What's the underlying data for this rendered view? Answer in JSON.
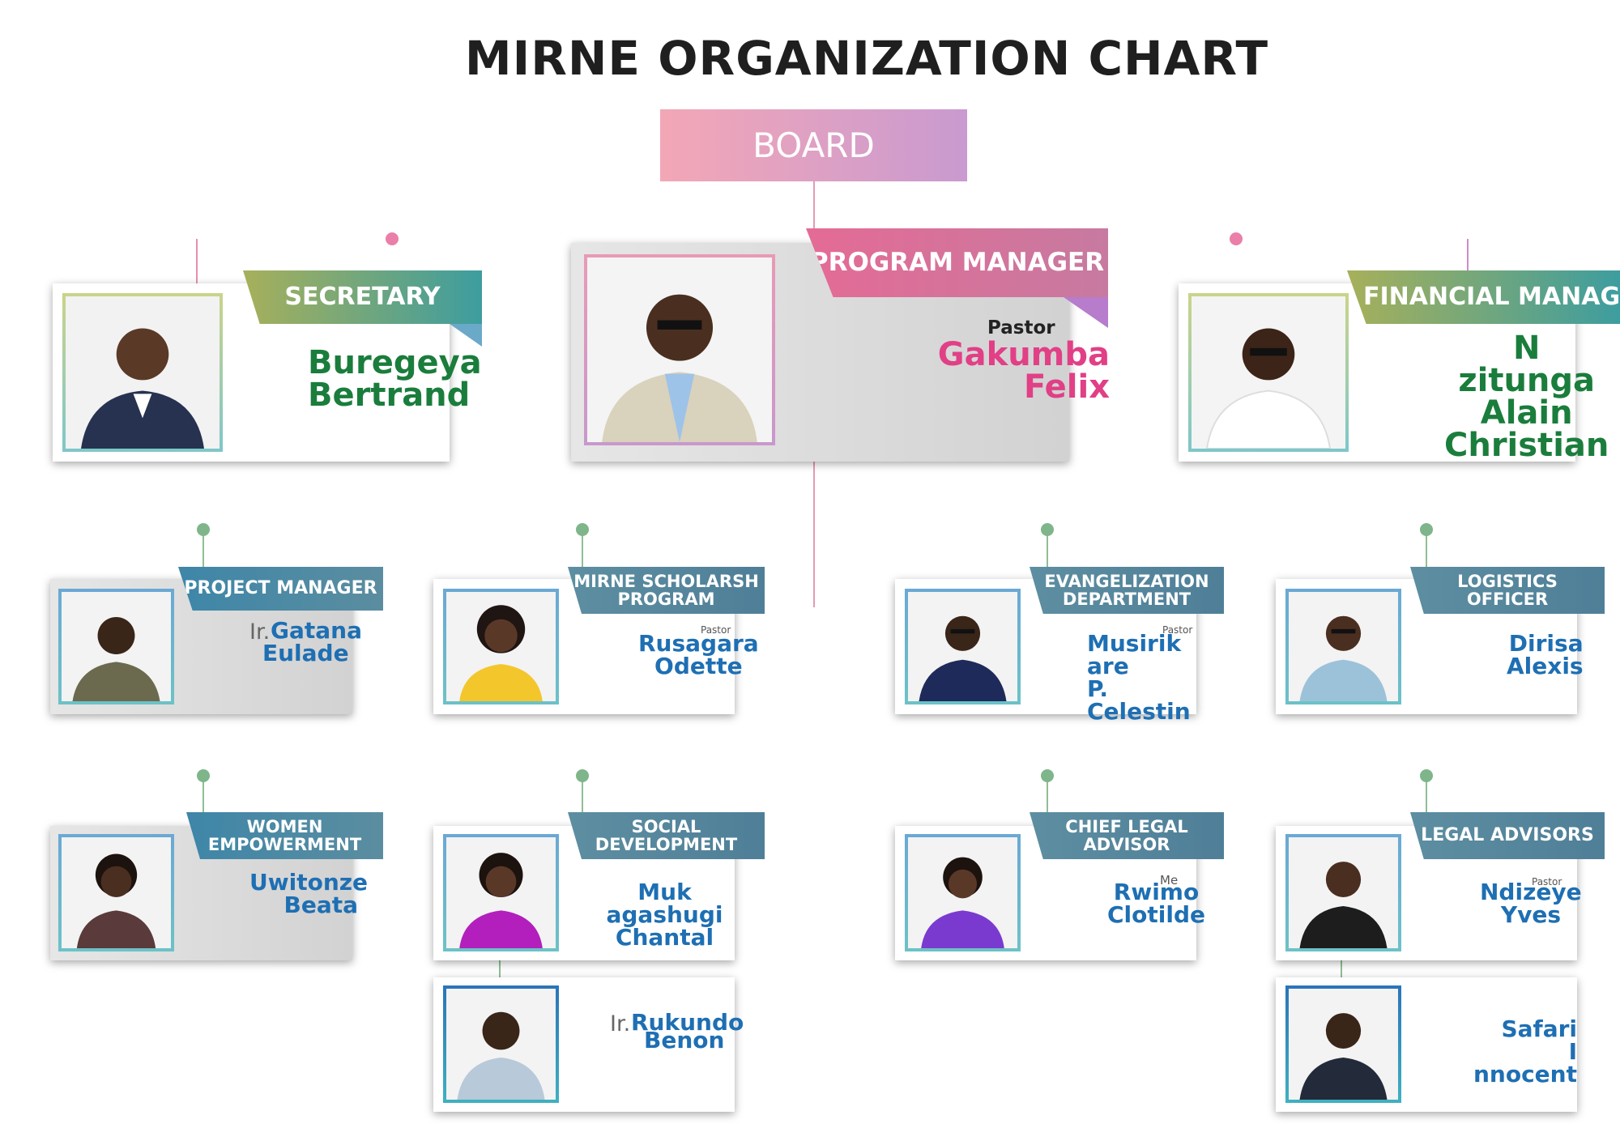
{
  "title": "MIRNE ORGANIZATION CHART",
  "board": {
    "label": "BOARD"
  },
  "colors": {
    "green_name": "#1a7d3c",
    "blue_name": "#1e6fb3",
    "pink_name": "#e13f86",
    "connector_pink": "#ea8fb1",
    "connector_green": "#7fb58a"
  },
  "top": {
    "secretary": {
      "role": "SECRETARY",
      "name_lines": [
        "Buregeya",
        "Bertrand"
      ]
    },
    "program_manager": {
      "role": "PROGRAM MANAGER",
      "prefix": "Pastor",
      "name_lines": [
        "Gakumba",
        "Felix"
      ]
    },
    "financial_manager": {
      "role": "FINANCIAL MANAG",
      "name_lines": [
        "N zitunga",
        "Alain",
        "Christian"
      ]
    }
  },
  "row1": {
    "project_manager": {
      "role": "PROJECT MANAGER",
      "prefix": "Ir.",
      "name_lines": [
        "Gatana",
        "Eulade"
      ]
    },
    "scholarship": {
      "role_lines": [
        "MIRNE SCHOLARSH",
        "PROGRAM"
      ],
      "prefix": "Pastor",
      "name_lines": [
        "Rusagara",
        "Odette"
      ]
    },
    "evangelization": {
      "role_lines": [
        "EVANGELIZATION",
        "DEPARTMENT"
      ],
      "prefix": "Pastor",
      "name_lines": [
        "Musirik are",
        "P. Celestin"
      ]
    },
    "logistics": {
      "role_lines": [
        "LOGISTICS",
        "OFFICER"
      ],
      "name_lines": [
        "Dirisa",
        "Alexis"
      ]
    }
  },
  "row2": {
    "women": {
      "role_lines": [
        "WOMEN",
        "EMPOWERMENT"
      ],
      "name_lines": [
        "Uwitonze",
        "Beata"
      ]
    },
    "social": {
      "role_lines": [
        "SOCIAL",
        "DEVELOPMENT"
      ],
      "name_lines": [
        "Muk agashugi",
        "Chantal"
      ]
    },
    "legal_chief": {
      "role_lines": [
        "CHIEF LEGAL",
        "ADVISOR"
      ],
      "prefix": "Me",
      "name_lines": [
        "Rwimo",
        "Clotilde"
      ]
    },
    "legal_advisors": {
      "role": "LEGAL ADVISORS",
      "prefix": "Pastor",
      "name_lines": [
        "Ndizeye",
        "Yves"
      ]
    }
  },
  "row3": {
    "rukundo": {
      "prefix": "Ir.",
      "name_lines": [
        "Rukundo",
        "Benon"
      ]
    },
    "safari": {
      "name_lines": [
        "Safari",
        "I nnocent"
      ]
    }
  },
  "icons": {
    "photo": "person-photo-icon"
  }
}
